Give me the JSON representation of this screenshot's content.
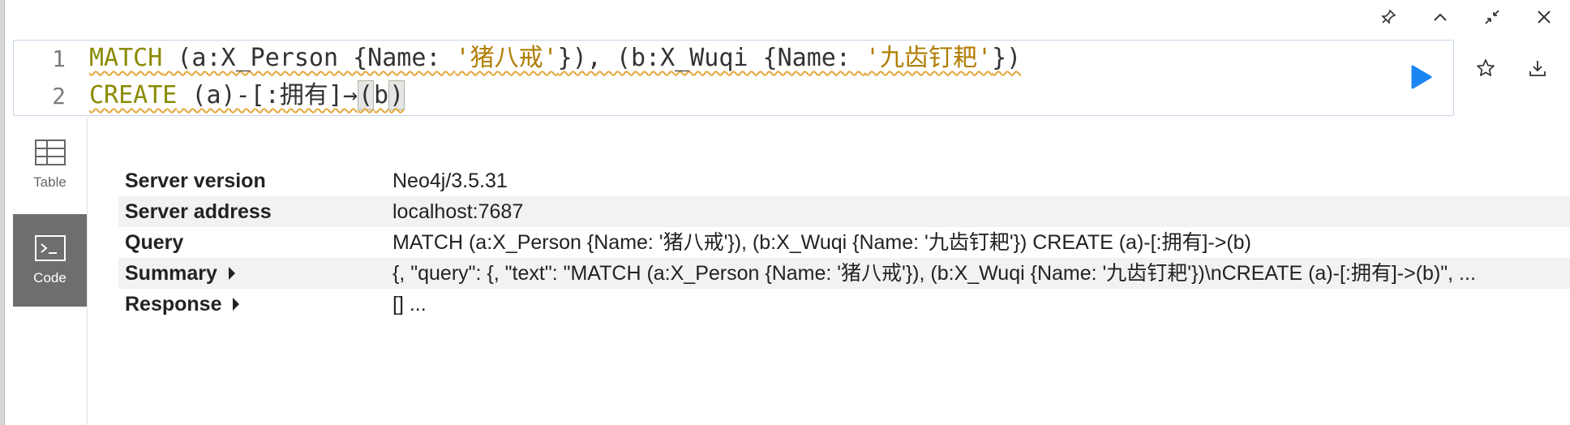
{
  "editor": {
    "lines": [
      {
        "number": "1",
        "kw": "MATCH",
        "text1": " (a:X_Person {Name: ",
        "str1": "'猪八戒'",
        "text2": "}), (b:X_Wuqi {Name: ",
        "str2": "'九齿钉耙'",
        "text3": "})"
      },
      {
        "number": "2",
        "kw": "CREATE",
        "text1": " (a)-[:拥有]→",
        "paren_open": "(",
        "var": "b",
        "paren_close": ")"
      }
    ]
  },
  "icons": {
    "pin": "pin-icon",
    "collapse": "chevron-up-icon",
    "fullscreen": "shrink-icon",
    "close": "close-icon",
    "run": "play-icon",
    "favorite": "star-icon",
    "download": "download-icon"
  },
  "colors": {
    "keyword": "#8a8a00",
    "string": "#b07d00",
    "run": "#1b86f2",
    "active_tab": "#6e6e6e"
  },
  "sidebar": {
    "tabs": [
      {
        "label": "Table",
        "icon": "table-icon",
        "active": false
      },
      {
        "label": "Code",
        "icon": "terminal-icon",
        "active": true
      }
    ]
  },
  "summary": {
    "rows": [
      {
        "key": "Server version",
        "value": "Neo4j/3.5.31"
      },
      {
        "key": "Server address",
        "value": "localhost:7687"
      },
      {
        "key": "Query",
        "value": "MATCH (a:X_Person {Name: '猪八戒'}), (b:X_Wuqi {Name: '九齿钉耙'}) CREATE (a)-[:拥有]->(b)"
      },
      {
        "key": "Summary",
        "value": "{, \"query\": {, \"text\": \"MATCH (a:X_Person {Name: '猪八戒'}), (b:X_Wuqi {Name: '九齿钉耙'})\\nCREATE (a)-[:拥有]->(b)\", ..."
      },
      {
        "key": "Response",
        "value": "[] ..."
      }
    ]
  }
}
